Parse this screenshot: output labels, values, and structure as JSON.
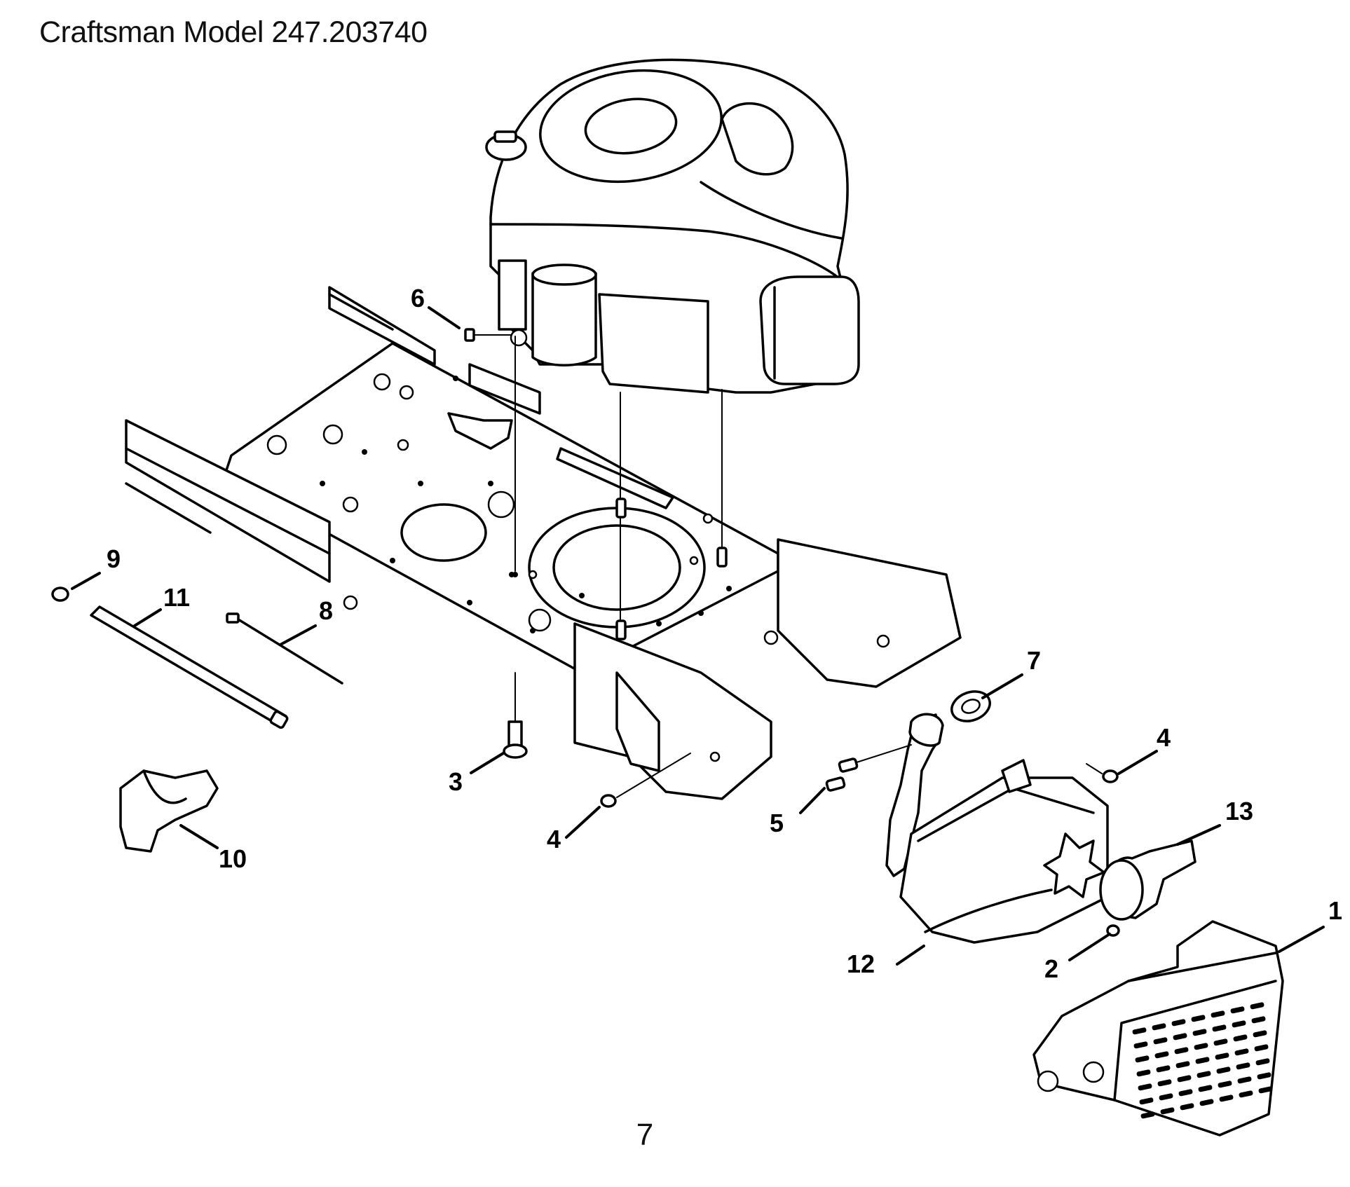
{
  "header": {
    "title": "Craftsman Model 247.203740"
  },
  "footer": {
    "page_number": "7"
  },
  "callouts": [
    {
      "label": "1"
    },
    {
      "label": "2"
    },
    {
      "label": "3"
    },
    {
      "label": "4"
    },
    {
      "label": "4"
    },
    {
      "label": "5"
    },
    {
      "label": "6"
    },
    {
      "label": "7"
    },
    {
      "label": "8"
    },
    {
      "label": "9"
    },
    {
      "label": "10"
    },
    {
      "label": "11"
    },
    {
      "label": "12"
    },
    {
      "label": "13"
    }
  ]
}
